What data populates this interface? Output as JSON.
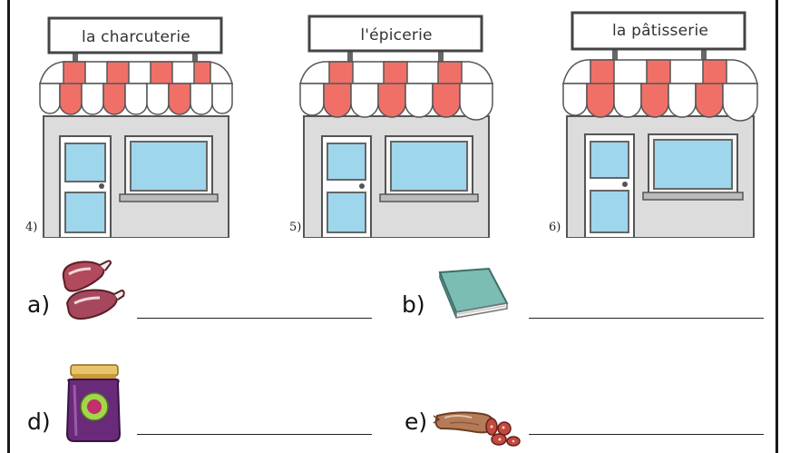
{
  "shops": [
    {
      "sign": "la charcuterie",
      "number": "4)"
    },
    {
      "sign": "l'épicerie",
      "number": "5)"
    },
    {
      "sign": "la pâtisserie",
      "number": "6)"
    }
  ],
  "items": [
    {
      "letter": "a)",
      "icon": "meat-icon"
    },
    {
      "letter": "b)",
      "icon": "book-icon"
    },
    {
      "letter": "d)",
      "icon": "jam-jar-icon"
    },
    {
      "letter": "e)",
      "icon": "sausage-icon"
    }
  ],
  "colors": {
    "awning_red": "#f07068",
    "window_blue": "#9ed6ec",
    "wall_gray": "#dcdcdc",
    "outline": "#555555"
  }
}
